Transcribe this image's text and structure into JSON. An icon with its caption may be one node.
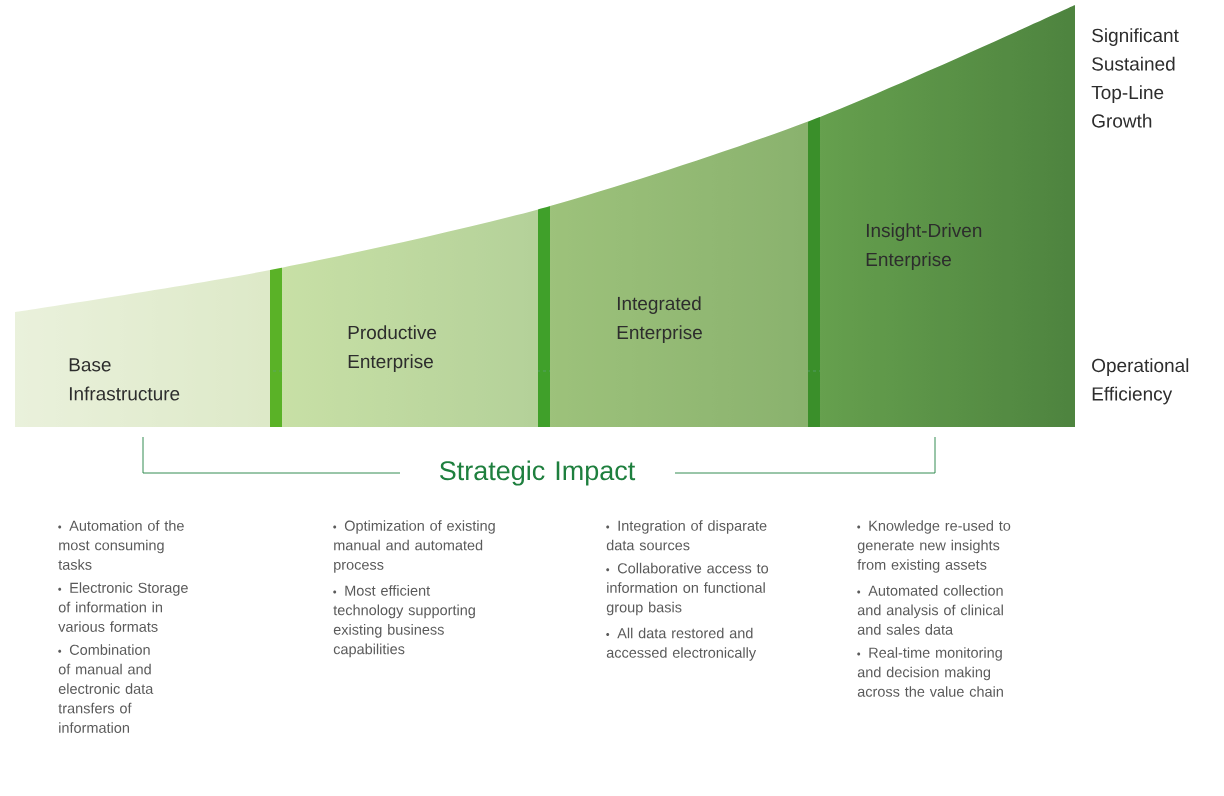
{
  "diagram": {
    "nodes": [
      {
        "text": [
          "Base Infrastructure"
        ],
        "beside": [
          "Automation of the most consuming tasks",
          "Electronic Storage of information in various formats",
          "Combination of manual and electronic data transfers of information"
        ]
      },
      {
        "text": [
          "Productive Enterprise"
        ],
        "beside": [
          "Optimization of existing manual and automated process",
          "Most efficient technology supporting existing business capabilities"
        ]
      },
      {
        "text": [
          "Integrated Enterprise"
        ],
        "beside": [
          "Integration of disparate data sources",
          "Collaborative access to information on functional group basis",
          "All data restored and accessed electronically"
        ]
      },
      {
        "text": [
          "Insight-Driven Enterprise"
        ],
        "beside": [
          "Knowledge re-used to generate new insights from existing assets",
          "Automated collection and analysis of clinical and sales data",
          "Real-time monitoring and decision making across the value chain"
        ]
      }
    ],
    "labels": [
      "Significant Sustained Top-Line Growth",
      "Operational Efficiency",
      "Strategic Impact"
    ]
  }
}
